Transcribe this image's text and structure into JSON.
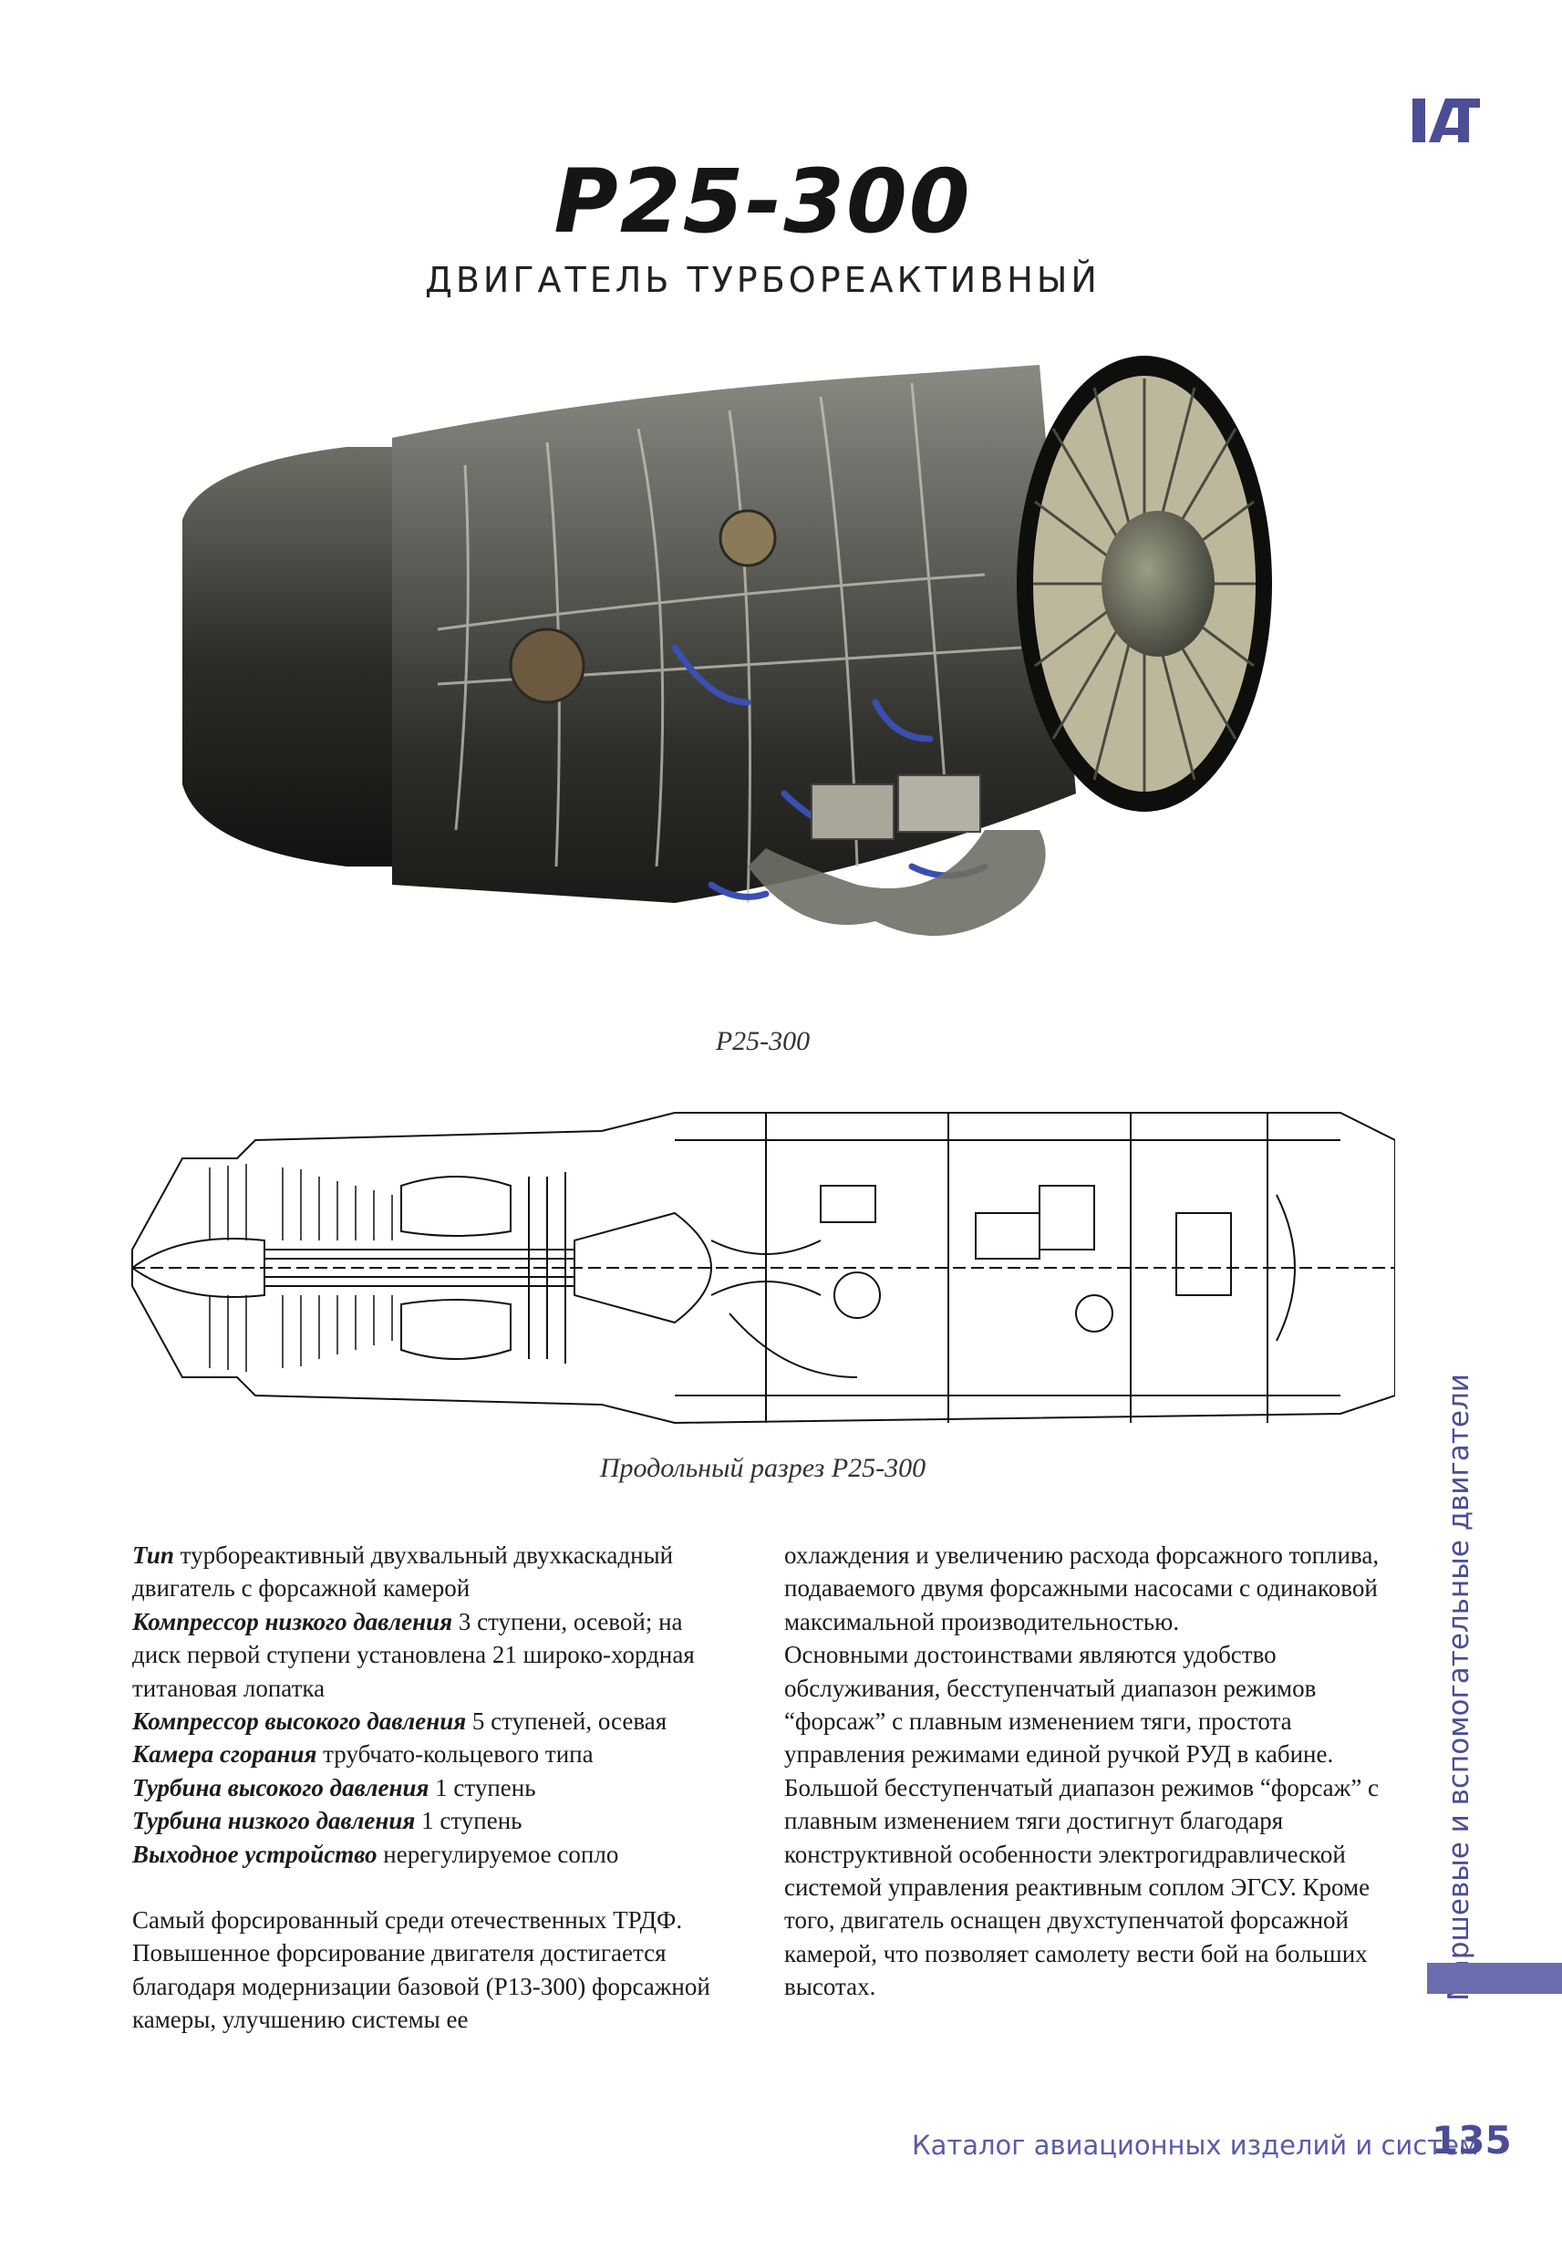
{
  "header": {
    "title": "Р25-300",
    "subtitle": "ДВИГАТЕЛЬ ТУРБОРЕАКТИВНЫЙ"
  },
  "figures": {
    "photo_caption": "Р25-300",
    "drawing_caption": "Продольный разрез Р25-300"
  },
  "specs": [
    {
      "label": "Тип",
      "text": " турбореактивный двухвальный двухкаскадный двигатель с форсажной камерой"
    },
    {
      "label": "Компрессор низкого давления",
      "text": " 3 ступени, осевой; на диск первой ступени установлена 21 широко-хордная титановая лопатка"
    },
    {
      "label": "Компрессор высокого давления",
      "text": " 5 ступеней, осевая"
    },
    {
      "label": "Камера сгорания",
      "text": " трубчато-кольцевого типа"
    },
    {
      "label": "Турбина высокого давления",
      "text": " 1 ступень"
    },
    {
      "label": "Турбина низкого давления",
      "text": " 1 ступень"
    },
    {
      "label": "Выходное устройство",
      "text": " нерегулируемое сопло"
    }
  ],
  "description": {
    "col1": "Самый форсированный среди отечественных ТРДФ. Повышенное форсирование двигателя достигается благодаря модернизации базовой (Р13-300) форсажной камеры, улучшению системы ее",
    "col2_p1": "охлаждения и увеличению расхода форсажного топлива, подаваемого двумя форсажными насосами с одинаковой максимальной производительностью.",
    "col2_p2": "Основными достоинствами являются удобство обслуживания, бесступенчатый диапазон режимов “форсаж” с плавным изменением тяги, простота управления режимами единой ручкой РУД в кабине. Большой бесступенчатый диапазон режимов “форсаж” с плавным изменением тяги достигнут благодаря конструктивной особенности электрогидравлической системой управления реактивным соплом ЭГСУ. Кроме того, двигатель оснащен двухступенчатой форсажной камерой, что позволяет самолету вести бой на больших высотах."
  },
  "sidebar": {
    "section": "Маршевые и вспомогательные двигатели"
  },
  "footer": {
    "catalog": "Каталог авиационных изделий и систем",
    "page": "135"
  },
  "colors": {
    "accent": "#4b4d96",
    "accent_bar": "#6b6db0"
  },
  "icons": {
    "logo": "iat-logo"
  }
}
